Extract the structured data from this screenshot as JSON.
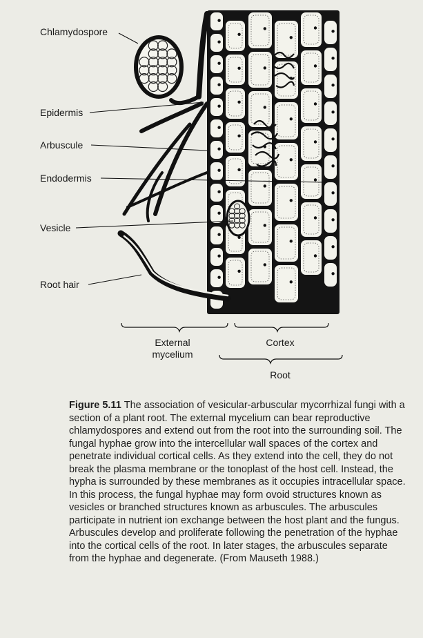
{
  "labels": {
    "chlamydospore": "Chlamydospore",
    "epidermis": "Epidermis",
    "arbuscule": "Arbuscule",
    "endodermis": "Endodermis",
    "vesicle": "Vesicle",
    "root_hair": "Root hair"
  },
  "brackets": {
    "external_line1": "External",
    "external_line2": "mycelium",
    "cortex": "Cortex",
    "root": "Root"
  },
  "caption": {
    "figure_number": "Figure 5.11",
    "text": "The association of vesicular-arbuscular mycorrhizal fungi with a section of a plant root. The external mycelium can bear reproductive chlamydospores and extend out from the root into the surrounding soil. The fungal hyphae grow into the intercellular wall spaces of the cortex and penetrate individual cortical cells. As they extend into the cell, they do not break the plasma membrane or the tonoplast of the host cell. Instead, the hypha is surrounded by these membranes as it occupies intracellular space. In this process, the fungal hyphae may form ovoid structures known as vesicles or branched structures known as arbuscules. The arbuscules participate in nutrient ion exchange between the host plant and the fungus. Arbuscules develop and proliferate following the penetration of the hyphae into the cortical cells of the root. In later stages, the arbuscules separate from the hyphae and degenerate. (From Mauseth 1988.)"
  }
}
